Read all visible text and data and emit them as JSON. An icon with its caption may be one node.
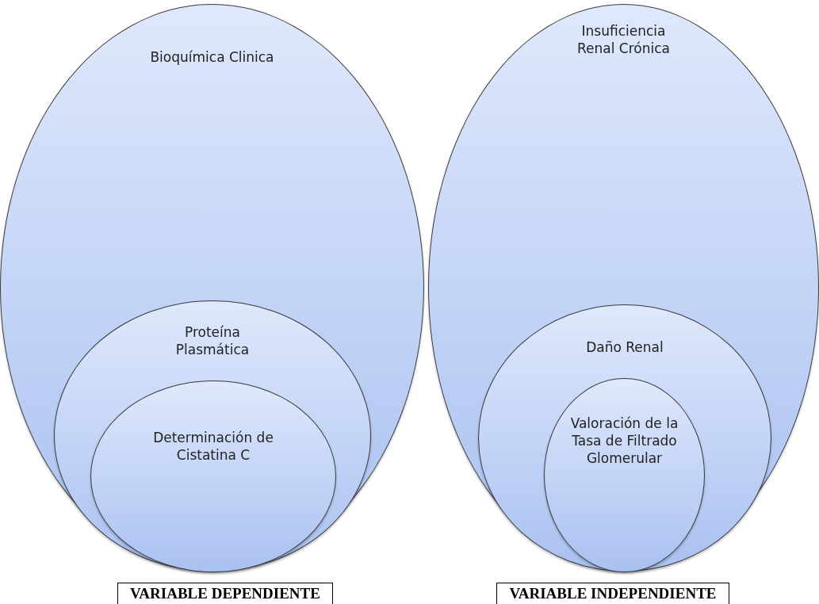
{
  "diagram": {
    "nodes": [
      {
        "text": [
          "Bioquímica Clinica"
        ]
      },
      {
        "text": [
          "Proteína Plasmática"
        ],
        "in": 0
      },
      {
        "text": [
          "Determinación de Cistatina C"
        ],
        "in": 1
      },
      {
        "text": [
          "Insuficiencia Renal Crónica"
        ]
      },
      {
        "text": [
          "Daño Renal"
        ],
        "in": 3
      },
      {
        "text": [
          "Valoración de la Tasa de Filtrado Glomerular"
        ],
        "in": 4
      },
      {
        "text": [
          "VARIABLE DEPENDIENTE"
        ]
      },
      {
        "text": [
          "VARIABLE INDEPENDIENTE"
        ]
      }
    ],
    "edges": []
  }
}
